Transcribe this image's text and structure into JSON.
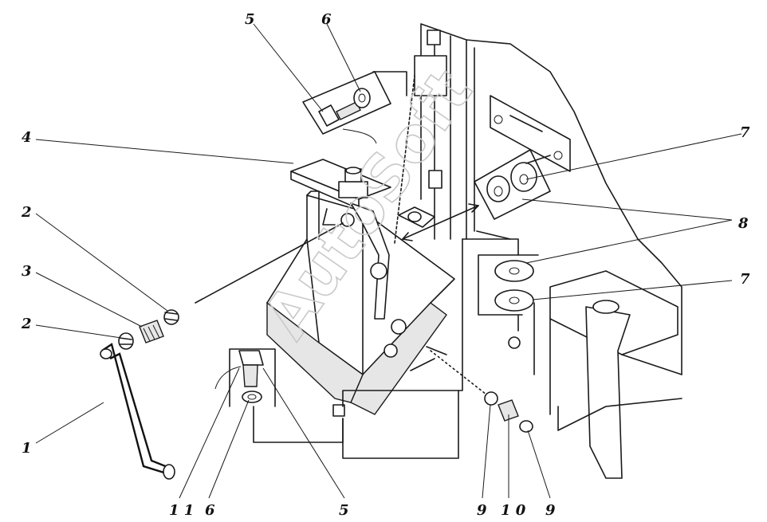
{
  "callouts": [
    {
      "id": "c1",
      "text": "1"
    },
    {
      "id": "c2a",
      "text": "2"
    },
    {
      "id": "c2b",
      "text": "2"
    },
    {
      "id": "c3",
      "text": "3"
    },
    {
      "id": "c4",
      "text": "4"
    },
    {
      "id": "c5top",
      "text": "5"
    },
    {
      "id": "c6top",
      "text": "6"
    },
    {
      "id": "c7a",
      "text": "7"
    },
    {
      "id": "c7b",
      "text": "7"
    },
    {
      "id": "c8",
      "text": "8"
    },
    {
      "id": "c11",
      "text": "1 1"
    },
    {
      "id": "c6bot",
      "text": "6"
    },
    {
      "id": "c5bot",
      "text": "5"
    },
    {
      "id": "c9a",
      "text": "9"
    },
    {
      "id": "c10",
      "text": "1 0"
    },
    {
      "id": "c9b",
      "text": "9"
    }
  ],
  "watermark": "AutoSoft"
}
